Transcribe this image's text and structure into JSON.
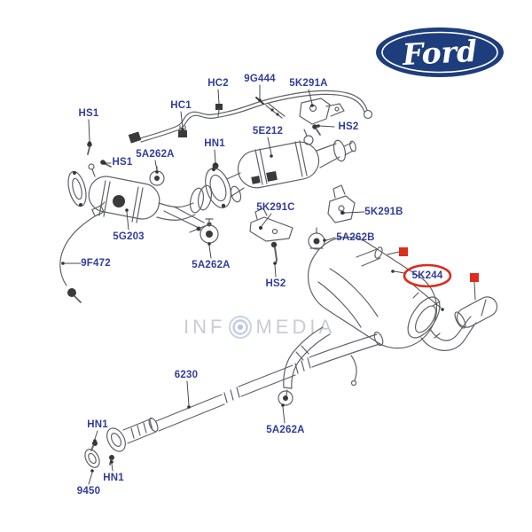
{
  "brand": {
    "logo_text": "Ford"
  },
  "watermark": {
    "left": "INF",
    "right": "MEDIA"
  },
  "diagram": {
    "parts": [
      {
        "label": "HS1"
      },
      {
        "label": "HC1"
      },
      {
        "label": "HC2"
      },
      {
        "label": "9G444"
      },
      {
        "label": "5K291A"
      },
      {
        "label": "HS2"
      },
      {
        "label": "5E212"
      },
      {
        "label": "HN1"
      },
      {
        "label": "5A262A"
      },
      {
        "label": "HS1"
      },
      {
        "label": "5K291C"
      },
      {
        "label": "5K291B"
      },
      {
        "label": "5G203"
      },
      {
        "label": "5A262B"
      },
      {
        "label": "9F472"
      },
      {
        "label": "5A262A"
      },
      {
        "label": "5K244"
      },
      {
        "label": "HS2"
      },
      {
        "label": "6230"
      },
      {
        "label": "HN1"
      },
      {
        "label": "5A262A"
      },
      {
        "label": "HN1"
      },
      {
        "label": "9450"
      }
    ],
    "highlighted_part": "5K244",
    "markers": {
      "red_squares": 2
    },
    "colors": {
      "label_text": "#313d9b",
      "highlight_red": "#dd2b1c",
      "ford_blue": "#1e3d7d",
      "line_gray": "#5f6266",
      "watermark_gray": "#c7cad1"
    }
  }
}
